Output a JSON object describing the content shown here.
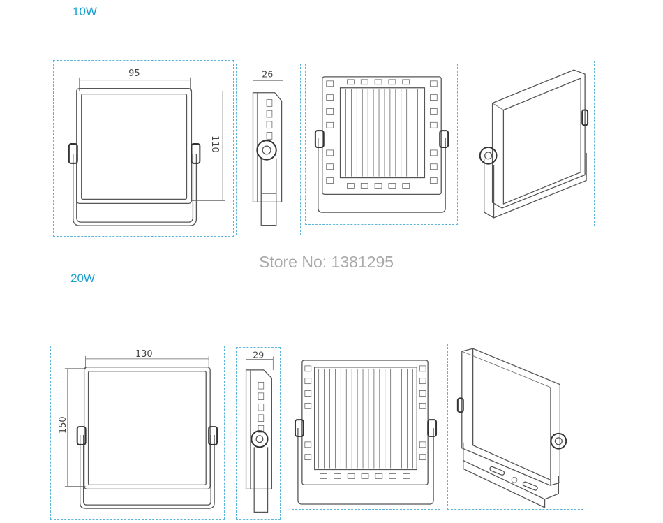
{
  "sections": [
    {
      "label": "10W",
      "front": {
        "width_label": "95",
        "height_label": "110"
      },
      "side": {
        "depth_label": "26"
      }
    },
    {
      "label": "20W",
      "front": {
        "width_label": "130",
        "height_label": "150"
      },
      "side": {
        "depth_label": "29"
      }
    }
  ],
  "store": "Store No: 1381295",
  "colors": {
    "accent": "#1a9fcf",
    "border": "#5bb5d9",
    "watermark": "#a9a9a9"
  }
}
